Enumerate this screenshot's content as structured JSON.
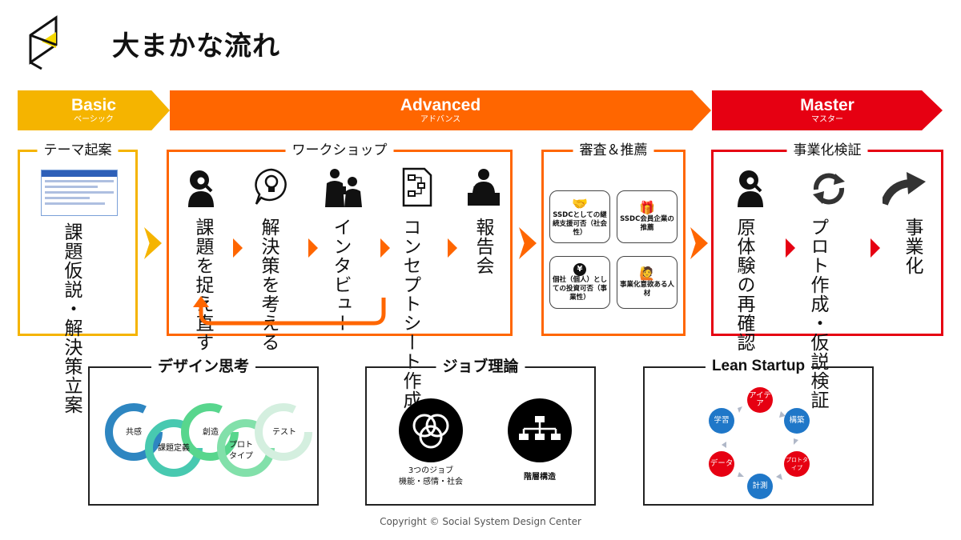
{
  "title": "大まかな流れ",
  "stages": {
    "basic": {
      "en": "Basic",
      "ja": "ベーシック"
    },
    "advanced": {
      "en": "Advanced",
      "ja": "アドバンス"
    },
    "master": {
      "en": "Master",
      "ja": "マスター"
    }
  },
  "theme_box": {
    "label": "テーマ起案",
    "text": "課題仮説・解決策立案"
  },
  "workshop": {
    "label": "ワークショップ",
    "steps": [
      "課題を捉え直す",
      "解決策を考える",
      "インタビュー",
      "コンセプトシート作成",
      "報告会"
    ]
  },
  "review": {
    "label": "審査＆推薦",
    "cards": [
      {
        "text": "SSDCとしての継続支援可否（社会性）",
        "icon": "handshake-icon"
      },
      {
        "text": "SSDC会員企業の推薦",
        "icon": "gift-icon"
      },
      {
        "text": "個社（個人）としての投資可否（事業性）",
        "icon": "money-bag-icon"
      },
      {
        "text": "事業化意欲ある人材",
        "icon": "person-raising-hand-icon"
      }
    ]
  },
  "business": {
    "label": "事業化検証",
    "steps": [
      "原体験の再確認",
      "プロト作成・仮説検証",
      "事業化"
    ]
  },
  "design_thinking": {
    "label": "デザイン思考",
    "steps": [
      "共感",
      "課題定義",
      "創造",
      "プロトタイプ",
      "テスト"
    ],
    "colors": [
      "#2e86c1",
      "#48c9b0",
      "#58d68d",
      "#82e0aa",
      "#d4efdf"
    ]
  },
  "job_theory": {
    "label": "ジョブ理論",
    "items": [
      {
        "caption": "3つのジョブ\n機能・感情・社会",
        "icon": "venn-circles-icon"
      },
      {
        "caption": "階層構造",
        "icon": "hierarchy-icon"
      }
    ]
  },
  "lean": {
    "label": "Lean Startup",
    "nodes": [
      "アイデア",
      "構築",
      "プロトタイプ",
      "計測",
      "データ",
      "学習"
    ],
    "colors": {
      "red": "#e60012",
      "blue": "#1f77c8"
    }
  },
  "copyright": "Copyright © Social System Design Center",
  "colors": {
    "basic": "#f5b400",
    "advanced": "#ff6600",
    "master": "#e60012"
  }
}
